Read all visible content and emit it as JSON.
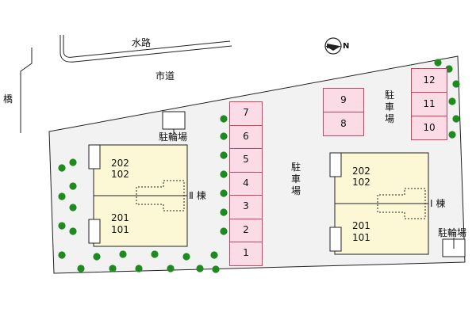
{
  "labels": {
    "waterway": "水路",
    "city_road": "市道",
    "bridge": "橋",
    "compass_north": "N",
    "bicycle_parking_left": "駐輪場",
    "bicycle_parking_right": "駐輪場",
    "parking_center": "駐車場",
    "parking_right": "駐車場",
    "building_2": "Ⅱ 棟",
    "building_1": "Ⅰ 棟"
  },
  "building_2_units": {
    "upper_top": "202",
    "upper_bottom": "102",
    "lower_top": "201",
    "lower_bottom": "101"
  },
  "building_1_units": {
    "upper_top": "202",
    "upper_bottom": "102",
    "lower_top": "201",
    "lower_bottom": "101"
  },
  "parking_stalls_left": [
    "7",
    "6",
    "5",
    "4",
    "3",
    "2",
    "1"
  ],
  "parking_stalls_middle": [
    "9",
    "8"
  ],
  "parking_stalls_right": [
    "12",
    "11",
    "10"
  ],
  "colors": {
    "site_fill": "#f2f2f2",
    "building_fill": "#fcf8d6",
    "stall_fill": "#fbdce6",
    "stall_border": "#d0415f",
    "tree": "#1f8a1f"
  }
}
